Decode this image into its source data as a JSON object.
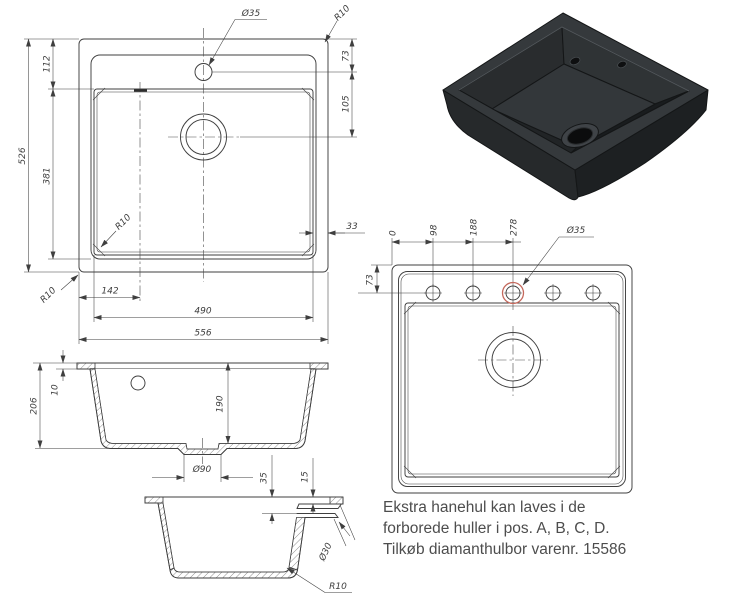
{
  "colors": {
    "line": "#3f3f3f",
    "highlight_red": "#c4685c",
    "note_text": "#4d4d4d",
    "sink_body_dark": "#1d2022",
    "sink_rim": "#35393c"
  },
  "top_view": {
    "hole_dia": "Ø35",
    "radius_top_right": "R10",
    "dim_112": "112",
    "dim_73": "73",
    "dim_526": "526",
    "dim_381": "381",
    "dim_105": "105",
    "dim_33": "33",
    "radius_inner": "R10",
    "radius_bottom_left": "R10",
    "dim_142": "142",
    "dim_490": "490",
    "dim_556": "556"
  },
  "front_section": {
    "dim_10": "10",
    "dim_206": "206",
    "dim_190": "190",
    "drain_dia": "Ø90"
  },
  "side_section": {
    "dim_35": "35",
    "dim_15": "15",
    "outlet_dia": "Ø30",
    "radius_bottom": "R10"
  },
  "holes_view": {
    "dim_0": "0",
    "dim_98": "98",
    "dim_188": "188",
    "dim_278": "278",
    "hole_dia": "Ø35",
    "dim_73": "73"
  },
  "note": {
    "line1": "Ekstra hanehul kan laves i de",
    "line2": "forborede huller i pos. A, B, C, D.",
    "line3": "Tilkøb diamanthulbor varenr. 15586"
  }
}
